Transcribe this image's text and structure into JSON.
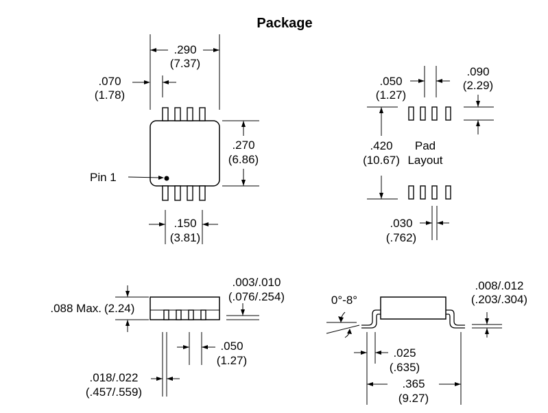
{
  "title": "Package",
  "top_view": {
    "dim_width": {
      "inch": ".290",
      "mm": "(7.37)"
    },
    "dim_shoulder": {
      "inch": ".070",
      "mm": "(1.78)"
    },
    "dim_height": {
      "inch": ".270",
      "mm": "(6.86)"
    },
    "dim_pitch_span": {
      "inch": ".150",
      "mm": "(3.81)"
    },
    "pin1_label": "Pin 1"
  },
  "pad_layout": {
    "label_line1": "Pad",
    "label_line2": "Layout",
    "dim_pitch": {
      "inch": ".050",
      "mm": "(1.27)"
    },
    "dim_pad_length": {
      "inch": ".090",
      "mm": "(2.29)"
    },
    "dim_row_spacing": {
      "inch": ".420",
      "mm": "(10.67)"
    },
    "dim_pad_width": {
      "inch": ".030",
      "mm": "(.762)"
    }
  },
  "side_view": {
    "dim_max_height": {
      "inch": ".088 Max.",
      "mm": "(2.24)"
    },
    "dim_standoff": {
      "inch": ".003/.010",
      "mm": "(.076/.254)"
    },
    "dim_lead_pitch": {
      "inch": ".050",
      "mm": "(1.27)"
    },
    "dim_lead_width": {
      "inch": ".018/.022",
      "mm": "(.457/.559)"
    }
  },
  "end_view": {
    "dim_angle": "0°-8°",
    "dim_lead_thickness": {
      "inch": ".008/.012",
      "mm": "(.203/.304)"
    },
    "dim_foot_length": {
      "inch": ".025",
      "mm": "(.635)"
    },
    "dim_overall": {
      "inch": ".365",
      "mm": "(9.27)"
    }
  }
}
